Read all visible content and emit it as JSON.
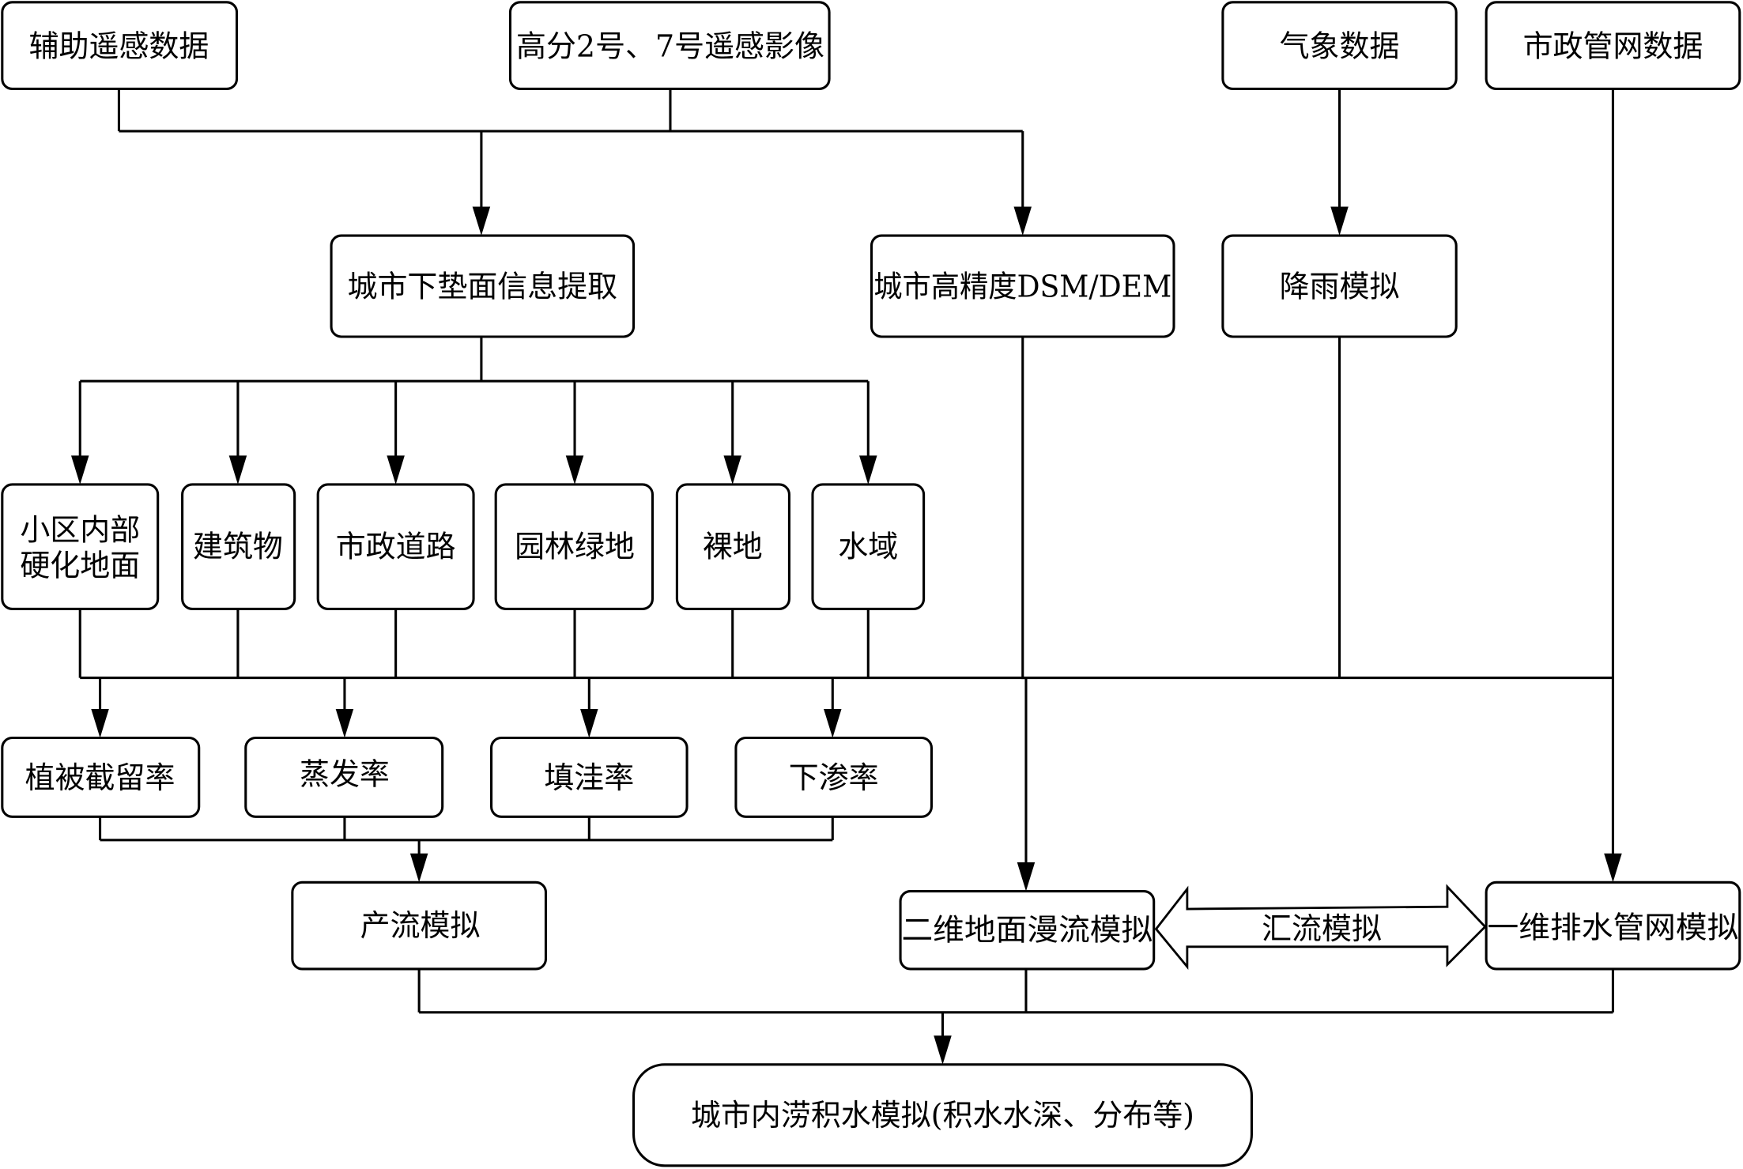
{
  "diagram": {
    "inputs": {
      "aux_rs": "辅助遥感数据",
      "gf_imagery": "高分2号、7号遥感影像",
      "meteo": "气象数据",
      "pipe_data": "市政管网数据"
    },
    "level2": {
      "surface_extract": "城市下垫面信息提取",
      "dsm_dem": "城市高精度DSM/DEM",
      "rainfall": "降雨模拟"
    },
    "land_cover": [
      {
        "line1": "小区内部",
        "line2": "硬化地面"
      },
      {
        "line1": "建筑物"
      },
      {
        "line1": "市政道路"
      },
      {
        "line1": "园林绿地"
      },
      {
        "line1": "裸地"
      },
      {
        "line1": "水域"
      }
    ],
    "rates": [
      "植被截留率",
      "蒸发率",
      "填洼率",
      "下渗率"
    ],
    "runoff": "产流模拟",
    "surface_2d": "二维地面漫流模拟",
    "confluence": "汇流模拟",
    "pipe_1d": "一维排水管网模拟",
    "output": "城市内涝积水模拟(积水水深、分布等)"
  }
}
